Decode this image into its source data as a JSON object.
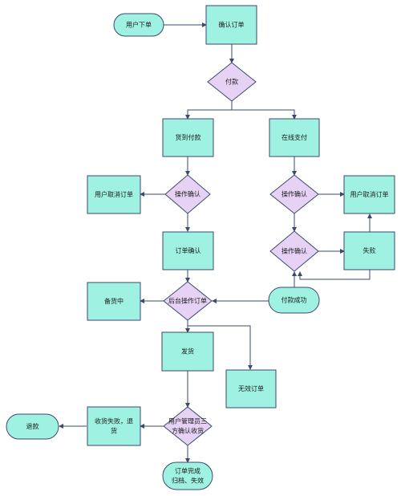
{
  "nodes": {
    "user_order": "用户下单",
    "confirm_order": "确认订单",
    "payment": "付款",
    "cod": "货到付款",
    "online_pay": "在线支付",
    "cancel_left": "用户取消订单",
    "op_confirm_left": "操作确认",
    "op_confirm_right": "操作确认",
    "cancel_right": "用户取消订单",
    "order_confirm": "订单确认",
    "op_confirm_right2": "操作确认",
    "fail": "失败",
    "stocking": "备货中",
    "backend_op": "后台操作订单",
    "pay_success": "付款成功",
    "ship": "发货",
    "invalid_order": "无效订单",
    "refund": "退款",
    "receipt_fail_line1": "收货失败，退",
    "receipt_fail_line2": "货",
    "tri_confirm_line1": "用户管理员三",
    "tri_confirm_line2": "方确认收货",
    "complete_line1": "订单完成",
    "complete_line2": "归档、失效"
  },
  "colors": {
    "node_fill": "#9ff2e1",
    "decision_fill": "#e6d2f5",
    "stroke": "#3b4a6b"
  }
}
